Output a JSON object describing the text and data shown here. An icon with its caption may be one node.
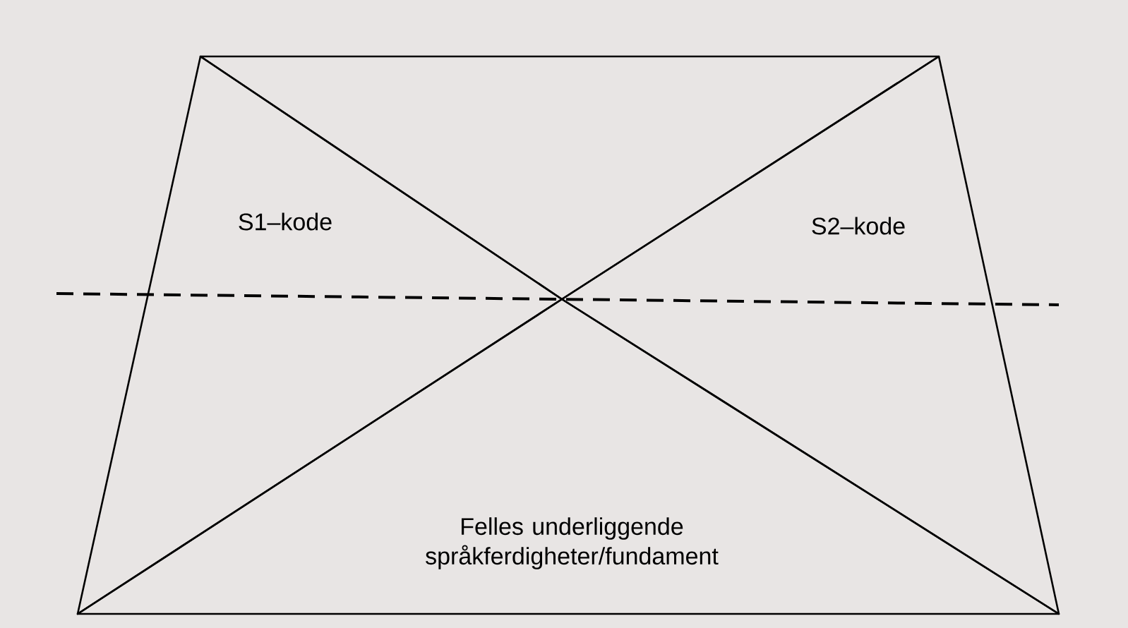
{
  "diagram": {
    "nodes": [
      {
        "text": [],
        "shape": "triangle"
      },
      {
        "text": [
          "S1–kode"
        ]
      },
      {
        "text": [
          "S2–kode"
        ]
      },
      {
        "text": [
          "Felles underliggende språkferdigheter/fundament"
        ]
      }
    ]
  }
}
